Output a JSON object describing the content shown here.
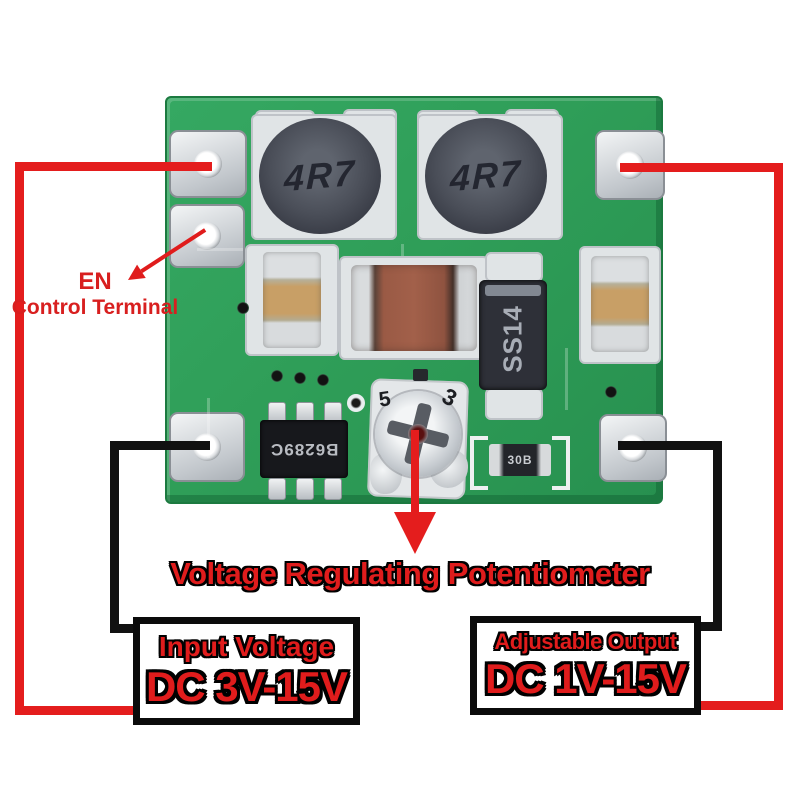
{
  "colors": {
    "background": "#ffffff",
    "pcb_green": "#2f9e58",
    "annotation_red": "#d81f1f",
    "wire_red": "#e41d1d",
    "wire_black": "#111111"
  },
  "annotations": {
    "en": {
      "line1": "EN",
      "line2": "Control Terminal"
    },
    "potentiometer_label": "Voltage Regulating Potentiometer",
    "input_box": {
      "title": "Input Voltage",
      "value": "DC 3V-15V"
    },
    "output_box": {
      "title": "Adjustable Output",
      "value": "DC 1V-15V"
    }
  },
  "board": {
    "inductor_left_label": "4R7",
    "inductor_right_label": "4R7",
    "diode_label": "SS14",
    "ic_label": "B6289C",
    "resistor_label": "30B",
    "pot_mark_left": "5",
    "pot_mark_right": "3"
  }
}
